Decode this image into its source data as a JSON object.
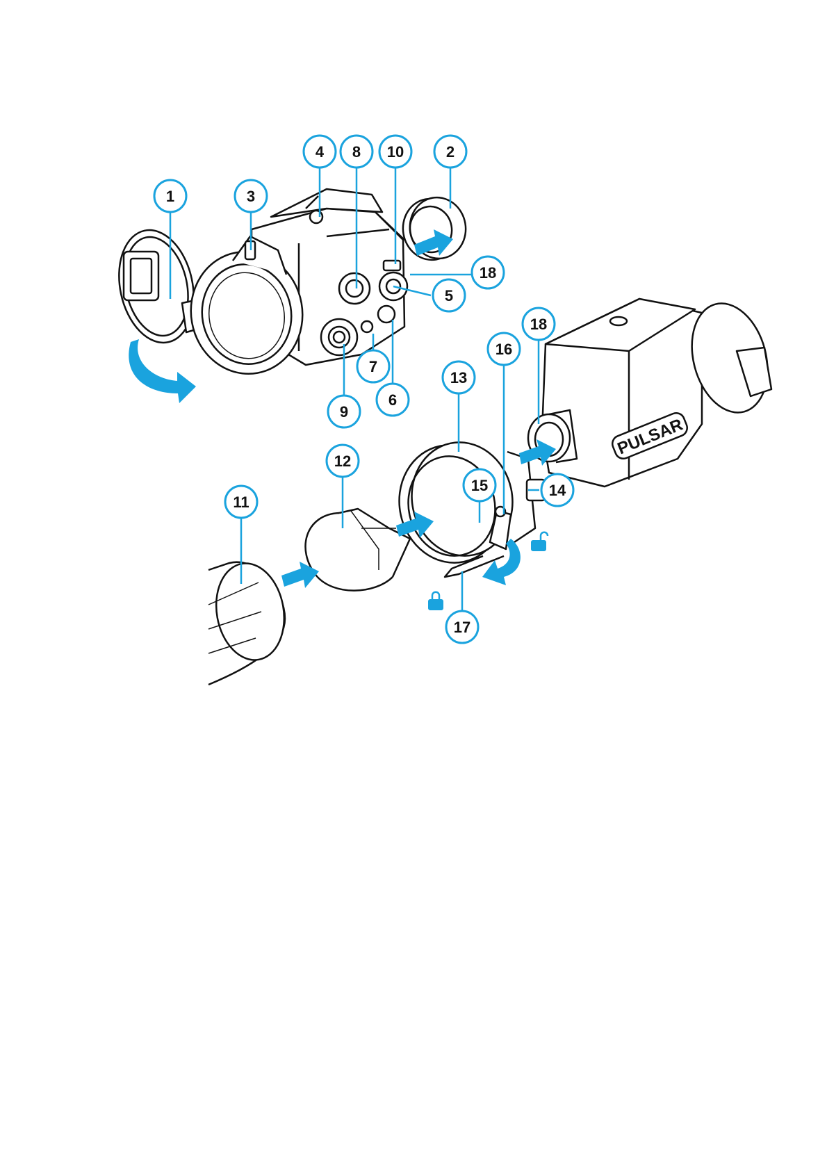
{
  "callouts": [
    {
      "num": "1"
    },
    {
      "num": "2"
    },
    {
      "num": "3"
    },
    {
      "num": "4"
    },
    {
      "num": "5"
    },
    {
      "num": "6"
    },
    {
      "num": "7"
    },
    {
      "num": "8"
    },
    {
      "num": "9"
    },
    {
      "num": "10"
    },
    {
      "num": "11"
    },
    {
      "num": "12"
    },
    {
      "num": "13"
    },
    {
      "num": "14"
    },
    {
      "num": "15"
    },
    {
      "num": "16"
    },
    {
      "num": "17"
    },
    {
      "num": "18a",
      "label": "18"
    },
    {
      "num": "18b",
      "label": "18"
    }
  ],
  "brand": {
    "logo_text": "PULSAR"
  },
  "colors": {
    "accent": "#1aa3de",
    "line": "#111111",
    "background": "#ffffff"
  },
  "icons": {
    "lock": "lock-icon",
    "unlock": "unlock-icon",
    "arrow": "arrow-icon"
  }
}
